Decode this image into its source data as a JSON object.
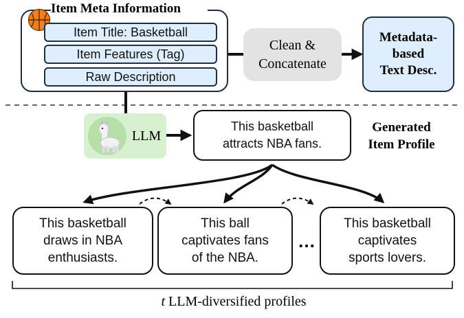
{
  "meta": {
    "title": "Item Meta Information",
    "fields": [
      "Item Title: Basketball",
      "Item Features (Tag)",
      "Raw Description"
    ]
  },
  "process": {
    "label": "Clean &\nConcatenate"
  },
  "output": {
    "label": "Metadata-\nbased\nText Desc."
  },
  "llm": {
    "label": "LLM"
  },
  "profile": {
    "text": "This basketball\nattracts NBA fans.",
    "caption": "Generated\nItem Profile"
  },
  "variants": [
    "This basketball\ndraws in NBA\nenthusiasts.",
    "This ball\ncaptivates fans\nof the NBA.",
    "This basketball\ncaptivates\nsports lovers."
  ],
  "ellipsis": "…",
  "footer": {
    "variable": "t",
    "text": " LLM-diversified profiles"
  },
  "colors": {
    "field_fill": "#dfeefc",
    "process_fill": "#e3e3e3",
    "llm_fill": "#d6f0d0",
    "basketball": "#f07f1e"
  },
  "icons": [
    "basketball-icon",
    "llama-icon"
  ]
}
